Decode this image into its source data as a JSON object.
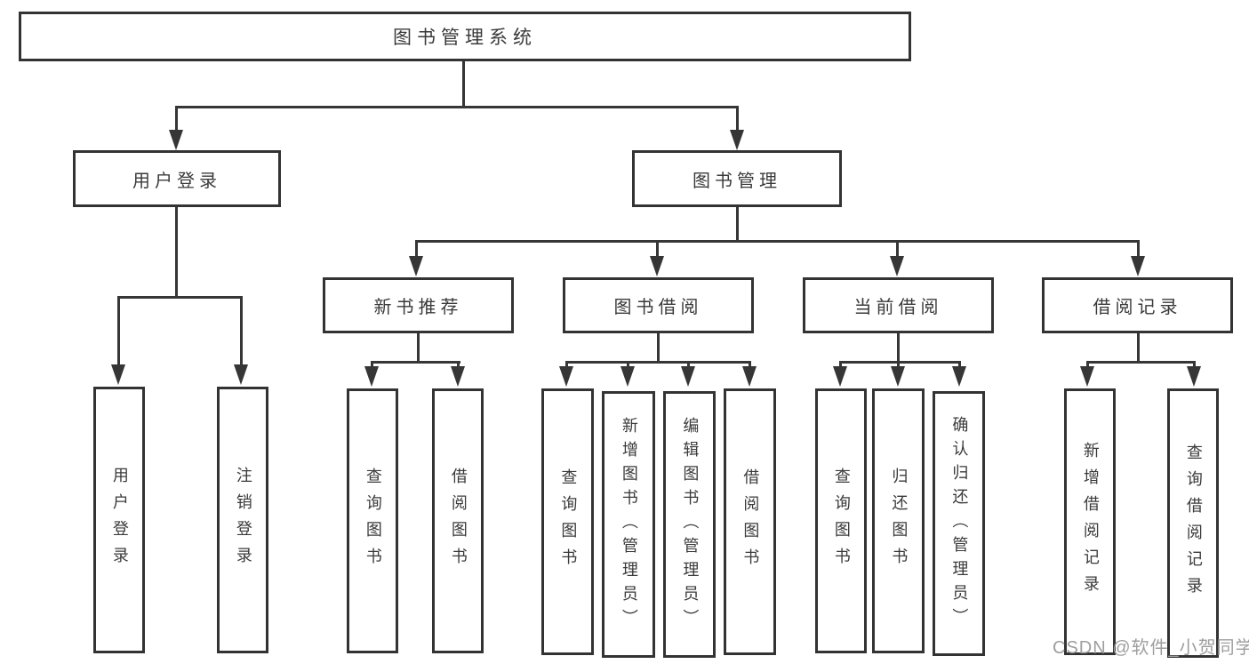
{
  "tree": {
    "label": "图书管理系统",
    "children": [
      {
        "label": "用户登录",
        "children": [
          {
            "label": "用户登录"
          },
          {
            "label": "注销登录"
          }
        ]
      },
      {
        "label": "图书管理",
        "children": [
          {
            "label": "新书推荐",
            "children": [
              {
                "label": "查询图书"
              },
              {
                "label": "借阅图书"
              }
            ]
          },
          {
            "label": "图书借阅",
            "children": [
              {
                "label": "查询图书"
              },
              {
                "label": "新增图书（管理员）"
              },
              {
                "label": "编辑图书（管理员）"
              },
              {
                "label": "借阅图书"
              }
            ]
          },
          {
            "label": "当前借阅",
            "children": [
              {
                "label": "查询图书"
              },
              {
                "label": "归还图书"
              },
              {
                "label": "确认归还（管理员）"
              }
            ]
          },
          {
            "label": "借阅记录",
            "children": [
              {
                "label": "新增借阅记录"
              },
              {
                "label": "查询借阅记录"
              }
            ]
          }
        ]
      }
    ]
  },
  "watermark": {
    "text": "CSDN @软件_小贺同学"
  },
  "colors": {
    "line": "#363636",
    "box_border": "#333333",
    "text": "#3a3a3a",
    "watermark": "#9e9e9e",
    "background": "#ffffff"
  }
}
